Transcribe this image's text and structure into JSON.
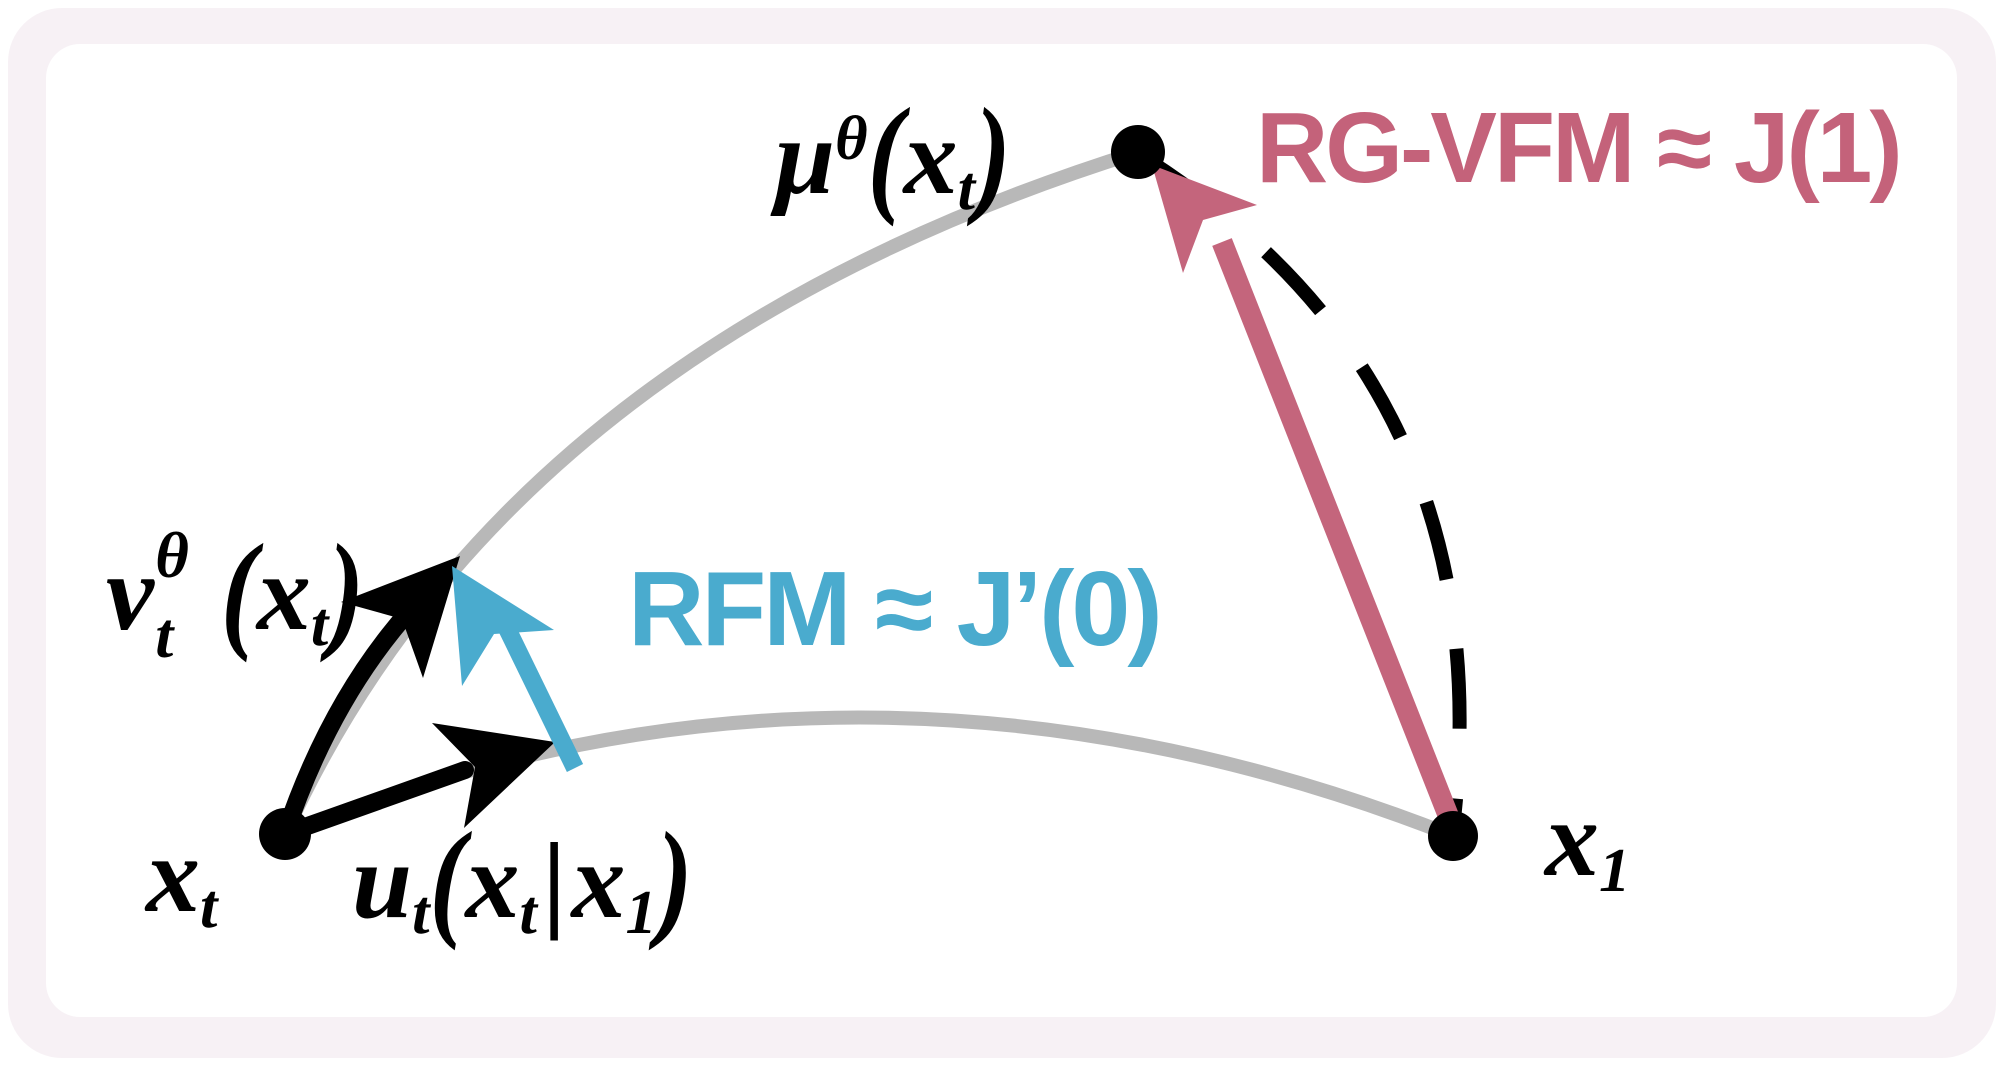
{
  "colors": {
    "pink": "#c4657c",
    "blue": "#4aabce",
    "gray": "#b8b8b8",
    "black": "#000000",
    "frame_bg": "#f7f1f5",
    "panel_bg": "#ffffff"
  },
  "labels": {
    "mu": {
      "base": "μ",
      "sup": "θ",
      "open": "(",
      "arg": "x",
      "argsub": "t",
      "close": ")"
    },
    "v": {
      "base": "v",
      "sup": "θ",
      "sub": "t",
      "open": "(",
      "arg": "x",
      "argsub": "t",
      "close": ")"
    },
    "u": {
      "base": "u",
      "sub": "t",
      "open": "(",
      "arg1": "x",
      "arg1sub": "t",
      "bar": "|",
      "arg2": "x",
      "arg2sub": "1",
      "close": ")"
    },
    "xt": {
      "base": "x",
      "sub": "t"
    },
    "x1": {
      "base": "x",
      "sub": "1"
    },
    "rfm": "RFM ≈ J’(0)",
    "rgvfm": "RG-VFM ≈ J(1)"
  }
}
